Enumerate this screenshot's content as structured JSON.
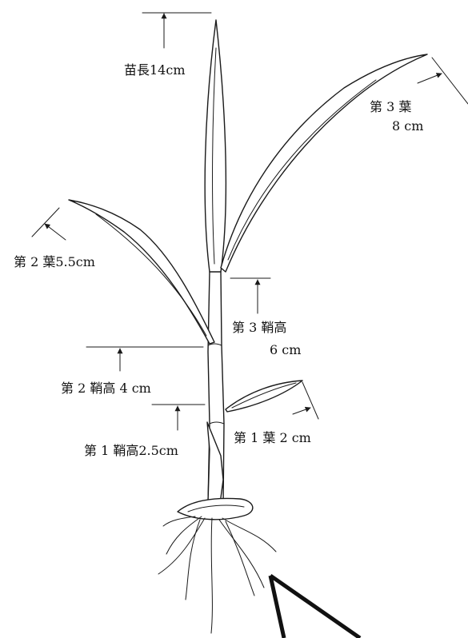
{
  "labels": {
    "seedling_height": "苗長14cm",
    "leaf3": "第 3 葉",
    "leaf3_value": "8 cm",
    "leaf2": "第 2 葉5.5cm",
    "sheath3": "第 3 鞘高",
    "sheath3_value": "6 cm",
    "sheath2": "第 2 鞘高 4 cm",
    "leaf1": "第 1 葉 2 cm",
    "sheath1": "第 1 鞘高2.5cm"
  }
}
